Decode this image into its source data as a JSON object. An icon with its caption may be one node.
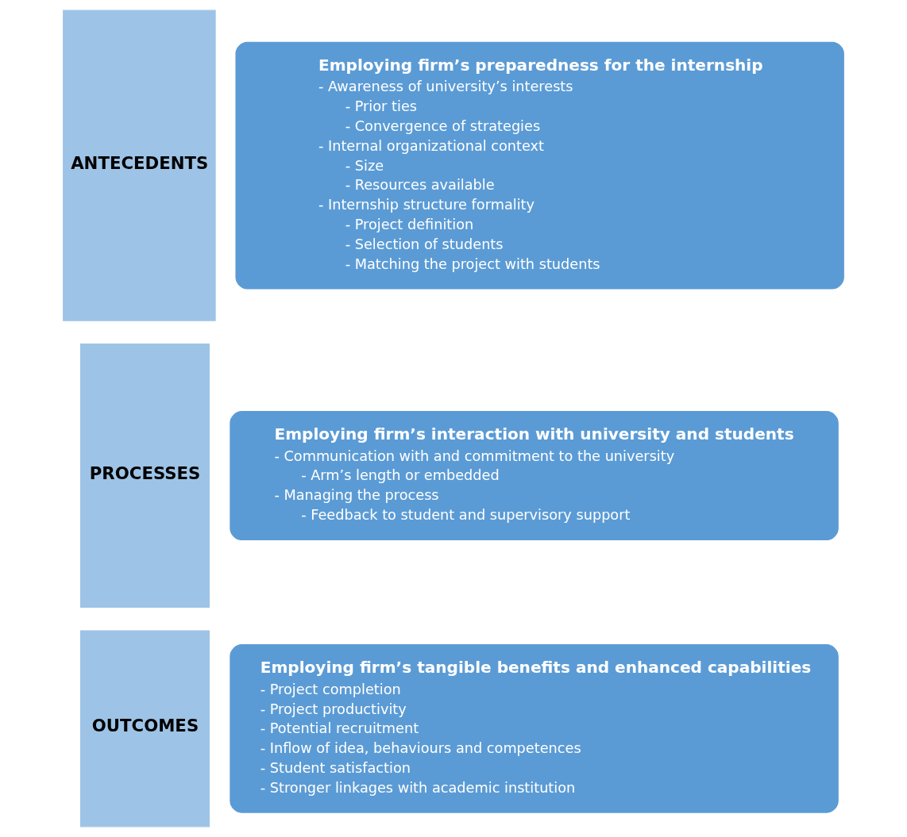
{
  "diagram": {
    "nodes": [
      {
        "text": [
          "ANTECEDENTS"
        ]
      },
      {
        "text": [
          "Employing firm’s preparedness for the internship",
          "- Awareness of university’s interests",
          "- Prior ties",
          "- Convergence of strategies",
          "- Internal organizational context",
          "- Size",
          "- Resources available",
          "- Internship structure formality",
          "- Project definition",
          "- Selection of students",
          "- Matching the project with students"
        ]
      },
      {
        "text": [
          "PROCESSES"
        ]
      },
      {
        "text": [
          "Employing firm’s interaction with university and students",
          "- Communication with and commitment to the university",
          "- Arm’s length or embedded",
          "- Managing the process",
          "- Feedback to student and supervisory support"
        ]
      },
      {
        "text": [
          "OUTCOMES"
        ]
      },
      {
        "text": [
          "Employing firm’s tangible benefits and enhanced capabilities",
          "- Project completion",
          "- Project productivity",
          "- Potential recruitment",
          "- Inflow of idea, behaviours and competences",
          "- Student satisfaction",
          "- Stronger linkages with academic institution"
        ]
      }
    ]
  }
}
